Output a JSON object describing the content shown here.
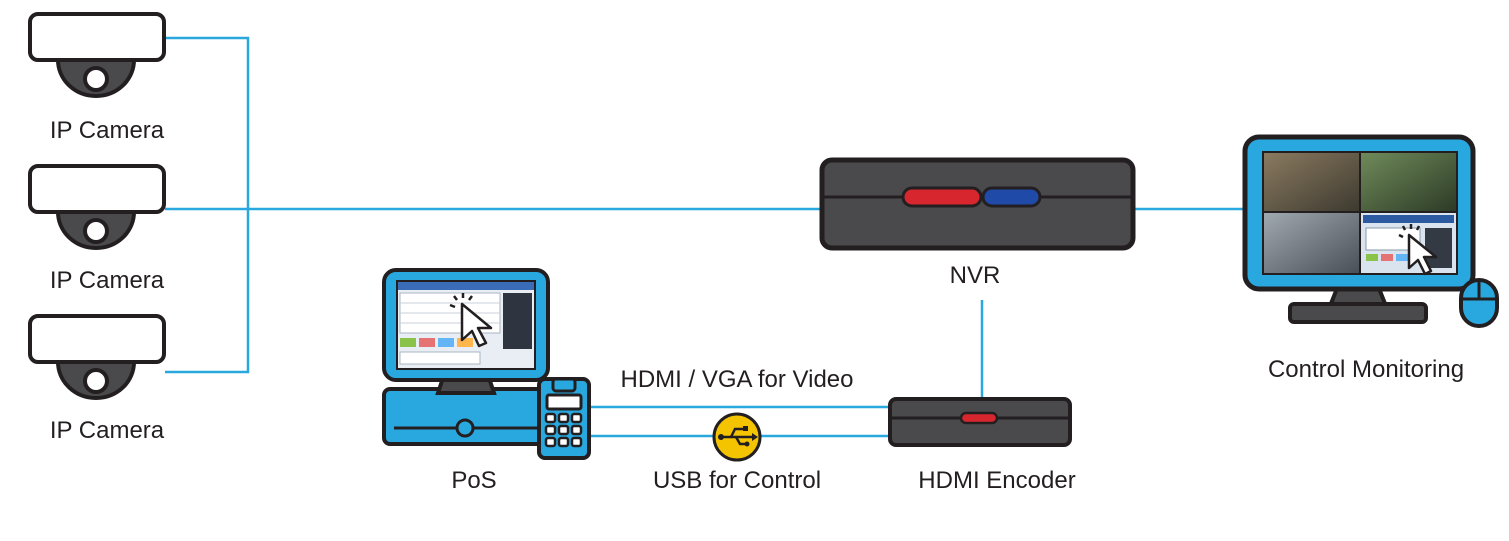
{
  "colors": {
    "connection_line": "#29a8e0",
    "device_body": "#4a4a4c",
    "device_outline": "#231f20",
    "nvr_led_left": "#d7262e",
    "nvr_led_right": "#1f4aa8",
    "encoder_led": "#d7262e",
    "screen_bezel": "#29a8e0",
    "usb_badge": "#f5c400"
  },
  "icons": {
    "camera": "dome-camera-icon",
    "nvr": "nvr-box-icon",
    "encoder": "hdmi-encoder-icon",
    "pos": "pos-terminal-icon",
    "monitor": "monitor-icon",
    "mouse": "mouse-icon",
    "usb": "usb-icon"
  },
  "labels": {
    "camera_1": "IP Camera",
    "camera_2": "IP Camera",
    "camera_3": "IP Camera",
    "nvr": "NVR",
    "control_monitoring": "Control Monitoring",
    "pos": "PoS",
    "hdmi_link": "HDMI / VGA for Video",
    "usb_link": "USB for Control",
    "encoder": "HDMI Encoder"
  }
}
